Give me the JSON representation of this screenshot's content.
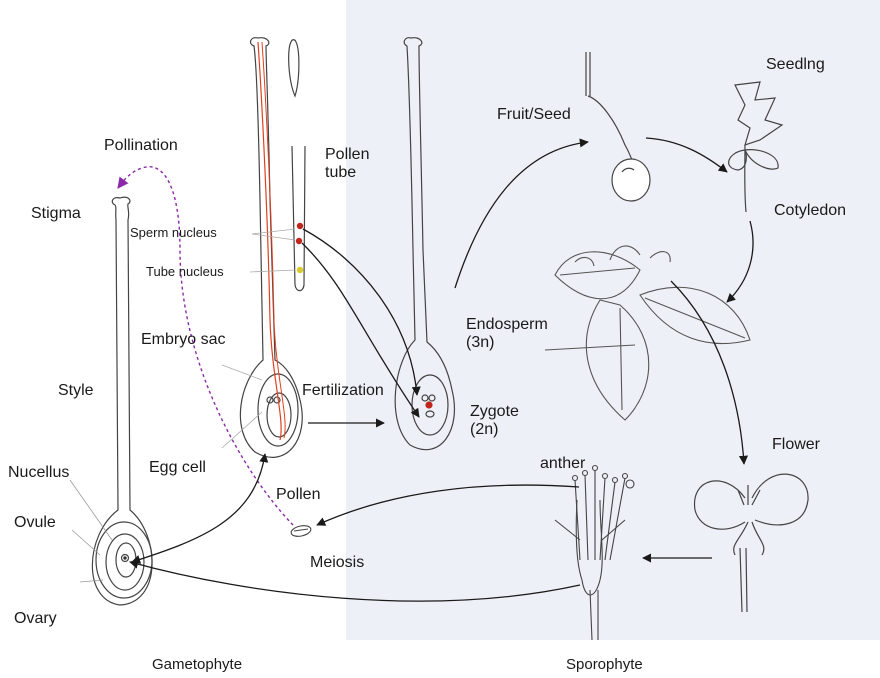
{
  "labels": {
    "pollination": "Pollination",
    "stigma": "Stigma",
    "style": "Style",
    "nucellus": "Nucellus",
    "ovule": "Ovule",
    "ovary": "Ovary",
    "pollen_tube": "Pollen\ntube",
    "sperm_nucleus": "Sperm nucleus",
    "tube_nucleus": "Tube nucleus",
    "embryo_sac": "Embryo sac",
    "egg_cell": "Egg cell",
    "pollen": "Pollen",
    "meiosis": "Meiosis",
    "fertilization": "Fertilization",
    "endosperm": "Endosperm\n(3n)",
    "zygote": "Zygote\n(2n)",
    "fruit_seed": "Fruit/Seed",
    "seedling": "Seedlng",
    "cotyledon": "Cotyledon",
    "flower": "Flower",
    "anther": "anther"
  },
  "sections": {
    "gametophyte": "Gametophyte",
    "sporophyte": "Sporophyte"
  },
  "colors": {
    "sporophyte_bg": "#eef0f7",
    "pollination_arrow": "#8a2aa8",
    "pollen_tube_line": "#e0401e",
    "sperm_nucleus": "#c0271c",
    "tube_nucleus": "#d8cc2a",
    "ink": "#333333"
  }
}
